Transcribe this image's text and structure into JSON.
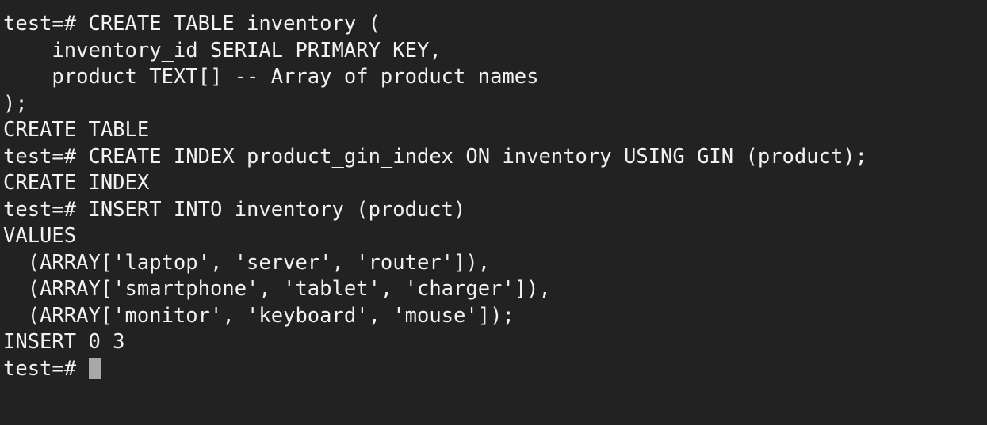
{
  "terminal": {
    "app": "psql-terminal",
    "background_color": "#222222",
    "foreground_color": "#f2f2f2",
    "cursor_color": "#a8a8a8",
    "prompt": "test=# ",
    "lines": [
      {
        "text": "test=# CREATE TABLE inventory ("
      },
      {
        "text": "    inventory_id SERIAL PRIMARY KEY,"
      },
      {
        "text": "    product TEXT[] -- Array of product names"
      },
      {
        "text": ");"
      },
      {
        "text": "CREATE TABLE"
      },
      {
        "text": "test=# CREATE INDEX product_gin_index ON inventory USING GIN (product);"
      },
      {
        "text": "CREATE INDEX"
      },
      {
        "text": "test=# INSERT INTO inventory (product)"
      },
      {
        "text": "VALUES"
      },
      {
        "text": "  (ARRAY['laptop', 'server', 'router']),"
      },
      {
        "text": "  (ARRAY['smartphone', 'tablet', 'charger']),"
      },
      {
        "text": "  (ARRAY['monitor', 'keyboard', 'mouse']);"
      },
      {
        "text": "INSERT 0 3"
      }
    ],
    "last_line": {
      "prompt": "test=# ",
      "cursor": "block-cursor"
    }
  }
}
